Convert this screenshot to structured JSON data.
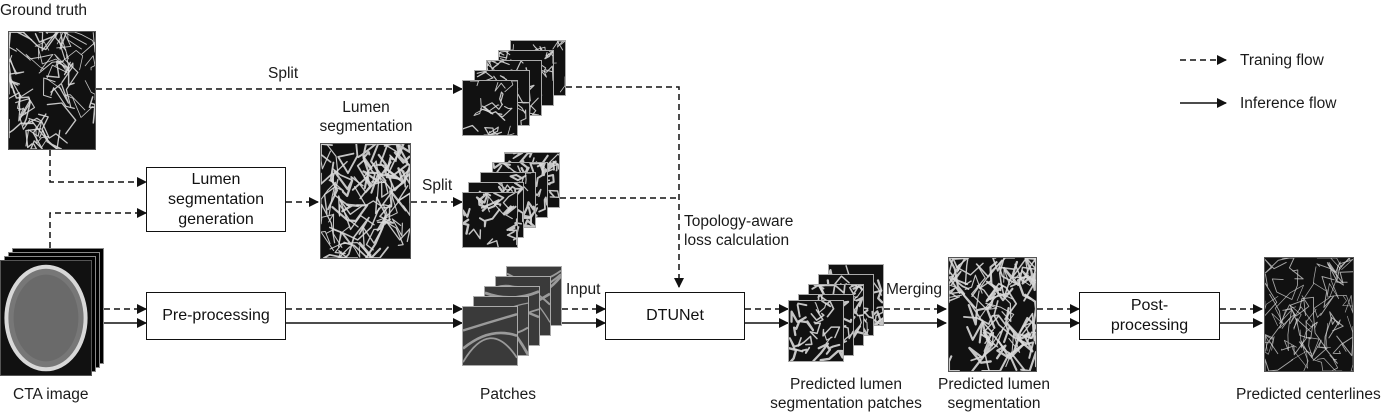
{
  "images": {
    "ground_truth": "Ground truth",
    "cta_image": "CTA image",
    "lumen_segmentation": "Lumen\nsegmentation",
    "patches": "Patches",
    "predicted_patches": "Predicted lumen\nsegmentation patches",
    "predicted_segmentation": "Predicted lumen\nsegmentation",
    "predicted_centerlines": "Predicted centerlines"
  },
  "boxes": {
    "lumen_generation": "Lumen\nsegmentation\ngeneration",
    "preprocessing": "Pre-processing",
    "dtunet": "DTUNet",
    "postprocessing": "Post-\nprocessing"
  },
  "edge_labels": {
    "split_top": "Split",
    "split_mid": "Split",
    "input": "Input",
    "merging": "Merging",
    "topology_loss": "Topology-aware\nloss calculation"
  },
  "legend": {
    "training": "Traning flow",
    "inference": "Inference flow"
  },
  "colors": {
    "line": "#111111",
    "image_bg": "#111111",
    "vessel": "#d9d9d9"
  }
}
